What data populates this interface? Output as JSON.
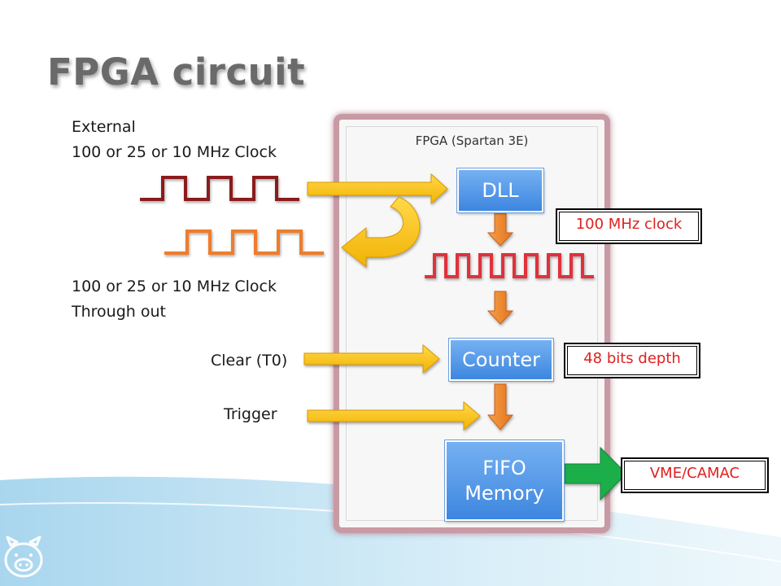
{
  "slide": {
    "title": "FPGA circuit"
  },
  "labels": {
    "external_line1": "External",
    "external_line2": "100 or 25 or 10 MHz Clock",
    "through_line1": "100 or 25 or 10 MHz Clock",
    "through_line2": "Through out",
    "clear": "Clear (T0)",
    "trigger": "Trigger"
  },
  "fpga": {
    "title": "FPGA (Spartan 3E)",
    "dll": "DLL",
    "counter": "Counter",
    "fifo_line1": "FIFO",
    "fifo_line2": "Memory"
  },
  "notes": {
    "clock": "100 MHz clock",
    "depth": "48 bits depth",
    "output": "VME/CAMAC"
  },
  "icons": {
    "corner": "pig-face-icon"
  },
  "colors": {
    "title": "#6a6a6a",
    "block_blue": "#4a90e2",
    "arrow_yellow": "#f7c21a",
    "arrow_orange": "#f08a32",
    "arrow_green": "#1fae4a",
    "wave_dark_red": "#8b1a1a",
    "wave_orange": "#f07b2a",
    "wave_red": "#e0303a",
    "note_text": "#e02020",
    "fpga_border": "#c89aa4"
  }
}
